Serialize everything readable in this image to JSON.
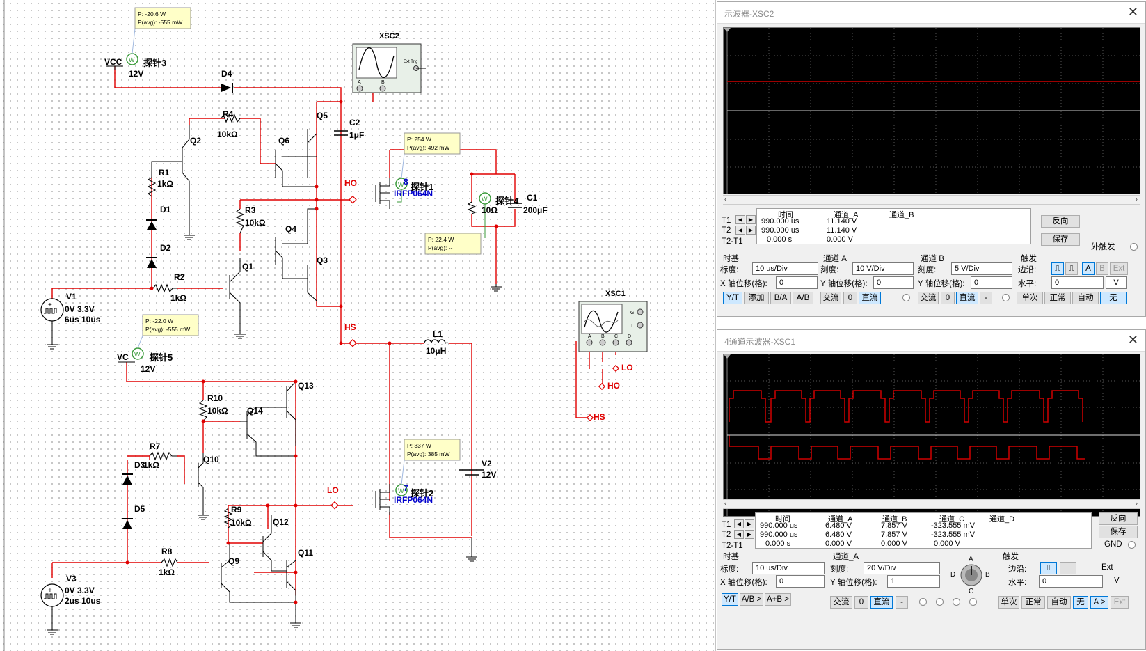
{
  "schematic": {
    "probe3": {
      "line1": "P: -20.6 W",
      "line2": "P(avg): -555 mW",
      "name": "探针3"
    },
    "probe5": {
      "line1": "P: -22.0 W",
      "line2": "P(avg): -555 mW",
      "name": "探针5"
    },
    "probe1": {
      "line1": "P: 254 W",
      "line2": "P(avg): 492 mW",
      "name": "探针1"
    },
    "probe4": {
      "line1": "P: 22.4 W",
      "line2": "P(avg): --",
      "name": "探针4"
    },
    "probe2": {
      "line1": "P: 337 W",
      "line2": "P(avg): 385 mW",
      "name": "探针2"
    },
    "vcc1": "VCC",
    "vcc1_v": "12V",
    "vcc2": "VC",
    "vcc2_v": "12V",
    "d4": "D4",
    "d1": "D1",
    "d2": "D2",
    "d5": "D5",
    "d3_r7": "D3",
    "r1": "R1",
    "r1_v": "1kΩ",
    "r2": "R2",
    "r2_v": "1kΩ",
    "r3": "R3",
    "r3_v": "10kΩ",
    "r4": "R4",
    "r4_v": "10kΩ",
    "r7": "R7",
    "r7_v": "1kΩ",
    "r8": "R8",
    "r8_v": "1kΩ",
    "r9": "R9",
    "r9_v": "10kΩ",
    "r10": "R10",
    "r10_v": "10kΩ",
    "rload_v": "10Ω",
    "q1": "Q1",
    "q2": "Q2",
    "q3": "Q3",
    "q4": "Q4",
    "q5": "Q5",
    "q6": "Q6",
    "q9": "Q9",
    "q10": "Q10",
    "q11": "Q11",
    "q12": "Q12",
    "q13": "Q13",
    "q14": "Q14",
    "mos1_frag": "8",
    "mos1_part": "IRFP064N",
    "mos2_frag": "7",
    "mos2_part": "IRFP064N",
    "c1": "C1",
    "c1_v": "200μF",
    "c2": "C2",
    "c2_v": "1μF",
    "l1": "L1",
    "l1_v": "10μH",
    "v1": "V1",
    "v1_a": "0V 3.3V",
    "v1_b": "6us 10us",
    "v2": "V2",
    "v2_v": "12V",
    "v3": "V3",
    "v3_a": "0V 3.3V",
    "v3_b": "2us 10us",
    "ho": "HO",
    "hs": "HS",
    "lo": "LO",
    "xsc2": "XSC2",
    "xsc1": "XSC1",
    "xsc2_ext": "Ext Trig",
    "xsc2_a": "A",
    "xsc2_b": "B",
    "xsc1_g": "G",
    "xsc1_t": "T",
    "xsc1_a": "A",
    "xsc1_b": "B",
    "xsc1_c": "C",
    "xsc1_d": "D",
    "w": "W"
  },
  "osc2": {
    "title": "示波器-XSC2",
    "meas": {
      "headers": [
        "时间",
        "通道_A",
        "通道_B"
      ],
      "t1": "T1",
      "t2": "T2",
      "t21": "T2-T1",
      "rows": [
        [
          "990.000 us",
          "11.140 V",
          ""
        ],
        [
          "990.000 us",
          "11.140 V",
          ""
        ],
        [
          "0.000 s",
          "0.000 V",
          ""
        ]
      ]
    },
    "reverse": "反向",
    "save": "保存",
    "ext_trigger": "外触发",
    "timebase": {
      "title": "时基",
      "scale_label": "标度:",
      "scale": "10 us/Div",
      "xpos_label": "X 轴位移(格):",
      "xpos": "0"
    },
    "cha": {
      "title": "通道 A",
      "scale_label": "刻度:",
      "scale": "10 V/Div",
      "ypos_label": "Y 轴位移(格):",
      "ypos": "0"
    },
    "chb": {
      "title": "通道 B",
      "scale_label": "刻度:",
      "scale": "5 V/Div",
      "ypos_label": "Y 轴位移(格):",
      "ypos": "0"
    },
    "trigger": {
      "title": "触发",
      "edge_label": "边沿:",
      "level_label": "水平:",
      "level": "0",
      "unit": "V",
      "btn_a": "A",
      "btn_b": "B",
      "btn_ext": "Ext"
    },
    "buttons": {
      "yt": "Y/T",
      "add": "添加",
      "ba": "B/A",
      "ab": "A/B",
      "ac_a": "交流",
      "zero_a": "0",
      "dc_a": "直流",
      "ac_b": "交流",
      "zero_b": "0",
      "dc_b": "直流",
      "minus": "-",
      "single": "单次",
      "normal": "正常",
      "auto": "自动",
      "none": "无"
    }
  },
  "osc1": {
    "title": "4通道示波器-XSC1",
    "meas": {
      "headers": [
        "时间",
        "通道_A",
        "通道_B",
        "通道_C",
        "通道_D"
      ],
      "t1": "T1",
      "t2": "T2",
      "t21": "T2-T1",
      "rows": [
        [
          "990.000 us",
          "6.480 V",
          "7.857 V",
          "-323.555 mV",
          ""
        ],
        [
          "990.000 us",
          "6.480 V",
          "7.857 V",
          "-323.555 mV",
          ""
        ],
        [
          "0.000 s",
          "0.000 V",
          "0.000 V",
          "0.000 V",
          ""
        ]
      ]
    },
    "reverse": "反向",
    "save": "保存",
    "gnd": "GND",
    "timebase": {
      "title": "时基",
      "scale_label": "标度:",
      "scale": "10 us/Div",
      "xpos_label": "X 轴位移(格):",
      "xpos": "0"
    },
    "cha": {
      "title": "通道_A",
      "scale_label": "刻度:",
      "scale": "20  V/Div",
      "ypos_label": "Y 轴位移(格):",
      "ypos": "1"
    },
    "knob": {
      "a": "A",
      "b": "B",
      "c": "C",
      "d": "D"
    },
    "trigger": {
      "title": "触发",
      "edge_label": "边沿:",
      "level_label": "水平:",
      "level": "0",
      "unit": "V",
      "ext": "Ext"
    },
    "buttons": {
      "yt": "Y/T",
      "ab": "A/B >",
      "apb": "A+B >",
      "ac": "交流",
      "zero": "0",
      "dc": "直流",
      "minus": "-",
      "single": "单次",
      "normal": "正常",
      "auto": "自动",
      "none": "无",
      "a": "A >",
      "ext": "Ext"
    }
  },
  "colors": {
    "wire": "#e00000",
    "dark": "#000000",
    "label_blue": "#0000cc",
    "probe_green": "#3a9a3a",
    "probe_bg": "#ffffc8"
  }
}
